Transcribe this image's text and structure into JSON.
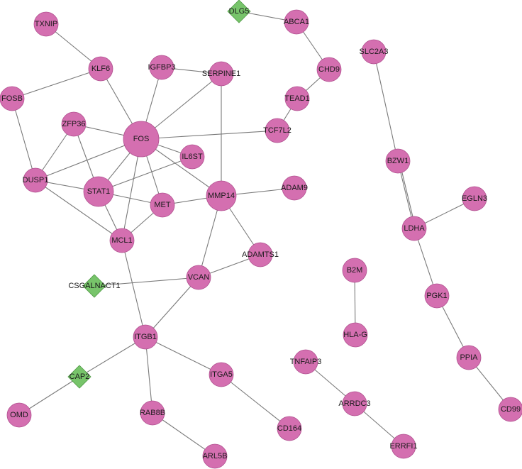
{
  "colors": {
    "gene_node": "#d46fb0",
    "regulator_node": "#77c46a",
    "edge": "#7a7a7a",
    "label": "#1a1a1a",
    "background": "#ffffff"
  },
  "nodes": [
    {
      "id": "TXNIP",
      "label": "TXNIP",
      "shape": "circle",
      "size": "medium"
    },
    {
      "id": "DLG5",
      "label": "DLG5",
      "shape": "diamond"
    },
    {
      "id": "ABCA1",
      "label": "ABCA1",
      "shape": "circle",
      "size": "medium"
    },
    {
      "id": "SLC2A3",
      "label": "SLC2A3",
      "shape": "circle",
      "size": "medium"
    },
    {
      "id": "KLF6",
      "label": "KLF6",
      "shape": "circle",
      "size": "medium"
    },
    {
      "id": "IGFBP3",
      "label": "IGFBP3",
      "shape": "circle",
      "size": "medium"
    },
    {
      "id": "SERPINE1",
      "label": "SERPINE1",
      "shape": "circle",
      "size": "medium"
    },
    {
      "id": "CHD9",
      "label": "CHD9",
      "shape": "circle",
      "size": "medium"
    },
    {
      "id": "FOSB",
      "label": "FOSB",
      "shape": "circle",
      "size": "medium"
    },
    {
      "id": "TEAD1",
      "label": "TEAD1",
      "shape": "circle",
      "size": "medium"
    },
    {
      "id": "ZFP36",
      "label": "ZFP36",
      "shape": "circle",
      "size": "medium"
    },
    {
      "id": "TCF7L2",
      "label": "TCF7L2",
      "shape": "circle",
      "size": "medium"
    },
    {
      "id": "FOS",
      "label": "FOS",
      "shape": "circle",
      "size": "xlarge"
    },
    {
      "id": "IL6ST",
      "label": "IL6ST",
      "shape": "circle",
      "size": "medium"
    },
    {
      "id": "BZW1",
      "label": "BZW1",
      "shape": "circle",
      "size": "medium"
    },
    {
      "id": "DUSP1",
      "label": "DUSP1",
      "shape": "circle",
      "size": "medium"
    },
    {
      "id": "STAT1",
      "label": "STAT1",
      "shape": "circle",
      "size": "large"
    },
    {
      "id": "MMP14",
      "label": "MMP14",
      "shape": "circle",
      "size": "large"
    },
    {
      "id": "ADAM9",
      "label": "ADAM9",
      "shape": "circle",
      "size": "medium"
    },
    {
      "id": "MET",
      "label": "MET",
      "shape": "circle",
      "size": "medium"
    },
    {
      "id": "EGLN3",
      "label": "EGLN3",
      "shape": "circle",
      "size": "medium"
    },
    {
      "id": "LDHA",
      "label": "LDHA",
      "shape": "circle",
      "size": "medium"
    },
    {
      "id": "MCL1",
      "label": "MCL1",
      "shape": "circle",
      "size": "medium"
    },
    {
      "id": "ADAMTS1",
      "label": "ADAMTS1",
      "shape": "circle",
      "size": "medium"
    },
    {
      "id": "B2M",
      "label": "B2M",
      "shape": "circle",
      "size": "medium"
    },
    {
      "id": "VCAN",
      "label": "VCAN",
      "shape": "circle",
      "size": "medium"
    },
    {
      "id": "CSGALNACT1",
      "label": "CSGALNACT1",
      "shape": "diamond"
    },
    {
      "id": "PGK1",
      "label": "PGK1",
      "shape": "circle",
      "size": "medium"
    },
    {
      "id": "HLA-G",
      "label": "HLA-G",
      "shape": "circle",
      "size": "medium"
    },
    {
      "id": "ITGB1",
      "label": "ITGB1",
      "shape": "circle",
      "size": "medium"
    },
    {
      "id": "TNFAIP3",
      "label": "TNFAIP3",
      "shape": "circle",
      "size": "medium"
    },
    {
      "id": "PPIA",
      "label": "PPIA",
      "shape": "circle",
      "size": "medium"
    },
    {
      "id": "ITGA5",
      "label": "ITGA5",
      "shape": "circle",
      "size": "medium"
    },
    {
      "id": "CAP2",
      "label": "CAP2",
      "shape": "diamond"
    },
    {
      "id": "ARRDC3",
      "label": "ARRDC3",
      "shape": "circle",
      "size": "medium"
    },
    {
      "id": "CD99",
      "label": "CD99",
      "shape": "circle",
      "size": "medium"
    },
    {
      "id": "OMD",
      "label": "OMD",
      "shape": "circle",
      "size": "medium"
    },
    {
      "id": "RAB8B",
      "label": "RAB8B",
      "shape": "circle",
      "size": "medium"
    },
    {
      "id": "CD164",
      "label": "CD164",
      "shape": "circle",
      "size": "medium"
    },
    {
      "id": "ERRFI1",
      "label": "ERRFI1",
      "shape": "circle",
      "size": "medium"
    },
    {
      "id": "ARL5B",
      "label": "ARL5B",
      "shape": "circle",
      "size": "medium"
    }
  ],
  "edges": [
    [
      "TXNIP",
      "KLF6"
    ],
    [
      "KLF6",
      "FOSB"
    ],
    [
      "KLF6",
      "FOS"
    ],
    [
      "FOSB",
      "DUSP1"
    ],
    [
      "IGFBP3",
      "SERPINE1"
    ],
    [
      "IGFBP3",
      "FOS"
    ],
    [
      "SERPINE1",
      "FOS"
    ],
    [
      "SERPINE1",
      "MMP14"
    ],
    [
      "ZFP36",
      "FOS"
    ],
    [
      "ZFP36",
      "DUSP1"
    ],
    [
      "ZFP36",
      "STAT1"
    ],
    [
      "FOS",
      "TCF7L2"
    ],
    [
      "FOS",
      "IL6ST"
    ],
    [
      "FOS",
      "DUSP1"
    ],
    [
      "FOS",
      "STAT1"
    ],
    [
      "FOS",
      "MET"
    ],
    [
      "FOS",
      "MCL1"
    ],
    [
      "FOS",
      "MMP14"
    ],
    [
      "DUSP1",
      "STAT1"
    ],
    [
      "DUSP1",
      "MCL1"
    ],
    [
      "STAT1",
      "MET"
    ],
    [
      "STAT1",
      "MCL1"
    ],
    [
      "STAT1",
      "IL6ST"
    ],
    [
      "MET",
      "MCL1"
    ],
    [
      "MET",
      "MMP14"
    ],
    [
      "MMP14",
      "ADAM9"
    ],
    [
      "MMP14",
      "ADAMTS1"
    ],
    [
      "MMP14",
      "VCAN"
    ],
    [
      "ADAMTS1",
      "VCAN"
    ],
    [
      "CSGALNACT1",
      "VCAN"
    ],
    [
      "VCAN",
      "ITGB1"
    ],
    [
      "MCL1",
      "ITGB1"
    ],
    [
      "ITGB1",
      "CAP2"
    ],
    [
      "ITGB1",
      "ITGA5"
    ],
    [
      "ITGB1",
      "RAB8B"
    ],
    [
      "CAP2",
      "OMD"
    ],
    [
      "ITGA5",
      "CD164"
    ],
    [
      "RAB8B",
      "ARL5B"
    ],
    [
      "DLG5",
      "ABCA1"
    ],
    [
      "ABCA1",
      "CHD9"
    ],
    [
      "CHD9",
      "TEAD1"
    ],
    [
      "TEAD1",
      "TCF7L2"
    ],
    [
      "SLC2A3",
      "BZW1"
    ],
    [
      "BZW1",
      "LDHA"
    ],
    [
      "BZW1",
      "LDHA"
    ],
    [
      "LDHA",
      "EGLN3"
    ],
    [
      "LDHA",
      "PGK1"
    ],
    [
      "PGK1",
      "PPIA"
    ],
    [
      "PPIA",
      "CD99"
    ],
    [
      "B2M",
      "HLA-G"
    ],
    [
      "TNFAIP3",
      "ARRDC3"
    ],
    [
      "ARRDC3",
      "ERRFI1"
    ]
  ]
}
